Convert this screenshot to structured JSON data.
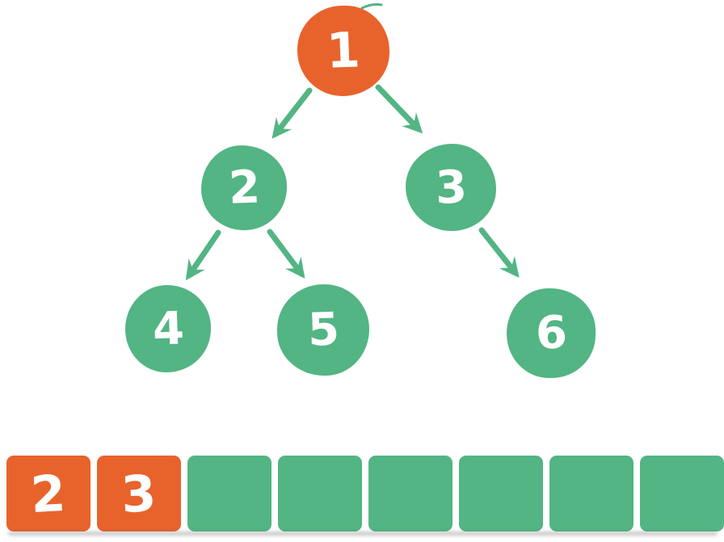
{
  "diagram": {
    "description": "Binary tree breadth-first traversal with queue",
    "colors": {
      "orange": "#E8632C",
      "green": "#52B583",
      "label": "#FFFFFF"
    },
    "tree": {
      "nodes": [
        {
          "label": "1",
          "color": "orange",
          "level": 0
        },
        {
          "label": "2",
          "color": "green",
          "level": 1
        },
        {
          "label": "3",
          "color": "green",
          "level": 1
        },
        {
          "label": "4",
          "color": "green",
          "level": 2
        },
        {
          "label": "5",
          "color": "green",
          "level": 2
        },
        {
          "label": "6",
          "color": "green",
          "level": 2
        }
      ],
      "edges": [
        {
          "from": "1",
          "to": "2"
        },
        {
          "from": "1",
          "to": "3"
        },
        {
          "from": "2",
          "to": "4"
        },
        {
          "from": "2",
          "to": "5"
        },
        {
          "from": "3",
          "to": "6"
        }
      ]
    },
    "queue": {
      "cells": [
        {
          "label": "2",
          "state": "filled"
        },
        {
          "label": "3",
          "state": "filled"
        },
        {
          "label": "",
          "state": "empty"
        },
        {
          "label": "",
          "state": "empty"
        },
        {
          "label": "",
          "state": "empty"
        },
        {
          "label": "",
          "state": "empty"
        },
        {
          "label": "",
          "state": "empty"
        },
        {
          "label": "",
          "state": "empty"
        }
      ]
    }
  }
}
